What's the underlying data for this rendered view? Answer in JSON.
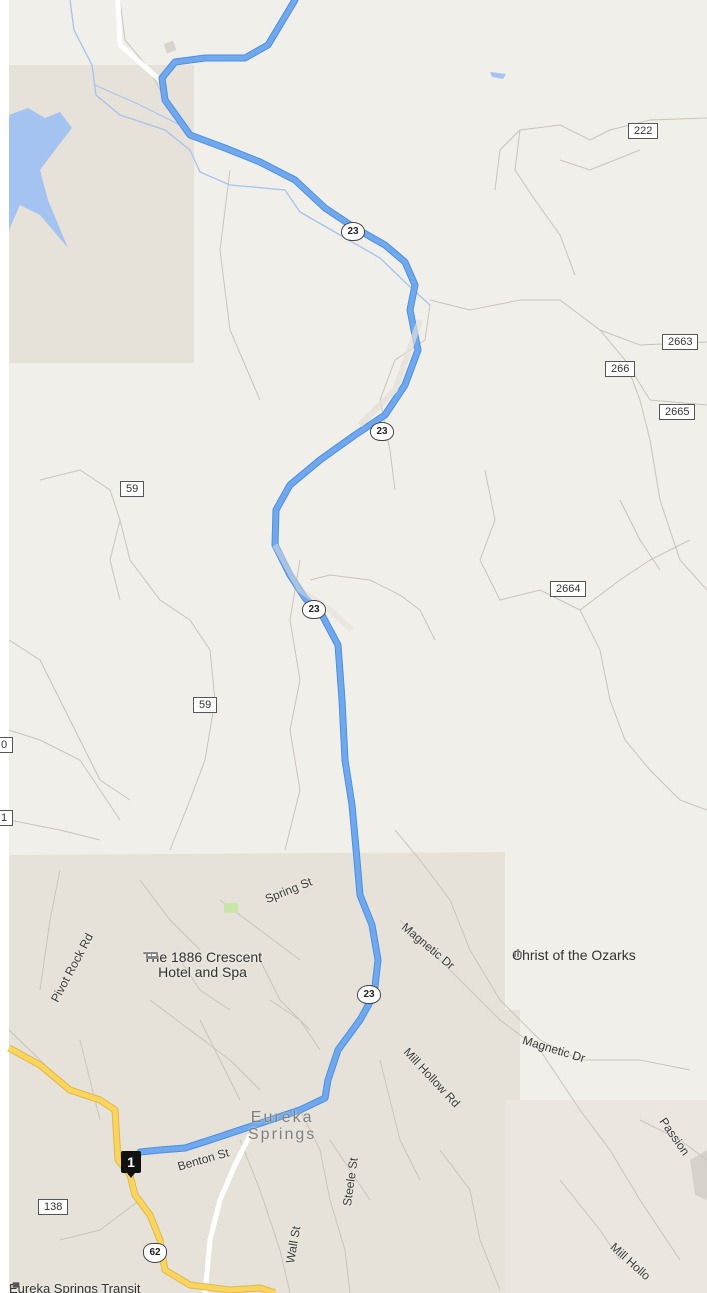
{
  "map": {
    "colors": {
      "land": "#f1efe9",
      "urban": "#e6e2da",
      "water": "#a5c3f0",
      "route": "#6fa8ec",
      "highway": "#f9d55e",
      "road": "#ffffff",
      "minor": "#c9c4bb"
    },
    "route_shields": {
      "us23_a": "23",
      "us23_b": "23",
      "us23_c": "23",
      "us23_d": "23",
      "us62": "62"
    },
    "road_shields": {
      "r222": "222",
      "r2663": "2663",
      "r266": "266",
      "r2665": "2665",
      "r59a": "59",
      "r59b": "59",
      "r2664": "2664",
      "r138": "138",
      "edge0": "0",
      "edge1": "1"
    },
    "street_labels": {
      "spring_st": "Spring St",
      "pivot_rock_rd": "Pivot Rock Rd",
      "magnetic_dr_a": "Magnetic Dr",
      "magnetic_dr_b": "Magnetic Dr",
      "mill_hollow_rd": "Mill Hollow Rd",
      "mill_hollow_edge": "Mill Hollo",
      "benton_st": "Benton St",
      "steele_st": "Steele St",
      "wall_st": "Wall St",
      "passion": "Passion"
    },
    "places": {
      "crescent_hotel_line1": "The 1886 Crescent",
      "crescent_hotel_line2": "Hotel and Spa",
      "christ_ozarks": "Christ of the Ozarks",
      "town_line1": "Eureka",
      "town_line2": "Springs",
      "transit": "Eureka Springs Transit"
    },
    "markers": {
      "start": "1"
    },
    "icons": {
      "hotel": "hotel-icon",
      "monument": "monument-icon",
      "transit": "transit-stop-icon"
    }
  }
}
